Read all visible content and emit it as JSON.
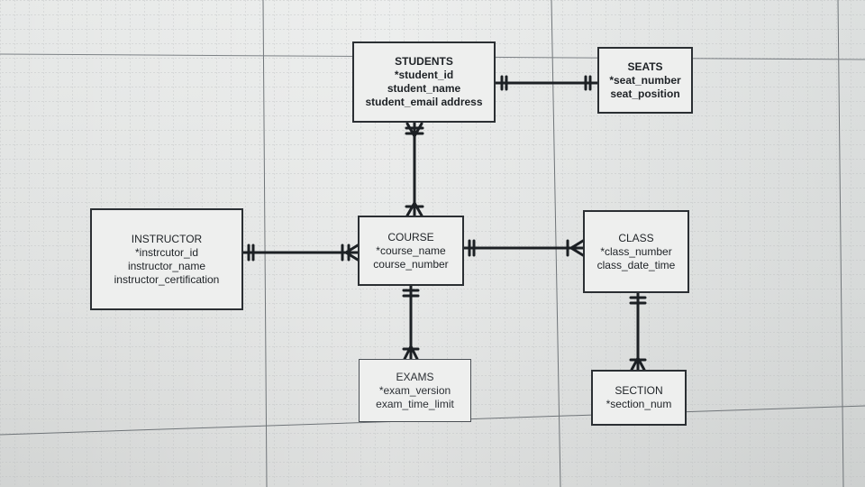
{
  "entities": {
    "students": {
      "title": "STUDENTS",
      "attributes": [
        "*student_id",
        "student_name",
        "student_email address"
      ]
    },
    "seats": {
      "title": "SEATS",
      "attributes": [
        "*seat_number",
        "seat_position"
      ]
    },
    "instructor": {
      "title": "INSTRUCTOR",
      "attributes": [
        "*instrcutor_id",
        "instructor_name",
        "instructor_certification"
      ]
    },
    "course": {
      "title": "COURSE",
      "attributes": [
        "*course_name",
        "course_number"
      ]
    },
    "class": {
      "title": "CLASS",
      "attributes": [
        "*class_number",
        "class_date_time"
      ]
    },
    "exams": {
      "title": "EXAMS",
      "attributes": [
        "*exam_version",
        "exam_time_limit"
      ]
    },
    "section": {
      "title": "SECTION",
      "attributes": [
        "*section_num"
      ]
    }
  },
  "relationships": [
    {
      "from": "students",
      "to": "seats",
      "from_end": "one",
      "to_end": "one"
    },
    {
      "from": "students",
      "to": "course",
      "from_end": "many",
      "to_end": "many"
    },
    {
      "from": "instructor",
      "to": "course",
      "from_end": "one",
      "to_end": "one-or-many"
    },
    {
      "from": "course",
      "to": "class",
      "from_end": "one",
      "to_end": "one-or-many"
    },
    {
      "from": "course",
      "to": "exams",
      "from_end": "one",
      "to_end": "many"
    },
    {
      "from": "class",
      "to": "section",
      "from_end": "one",
      "to_end": "many"
    }
  ]
}
